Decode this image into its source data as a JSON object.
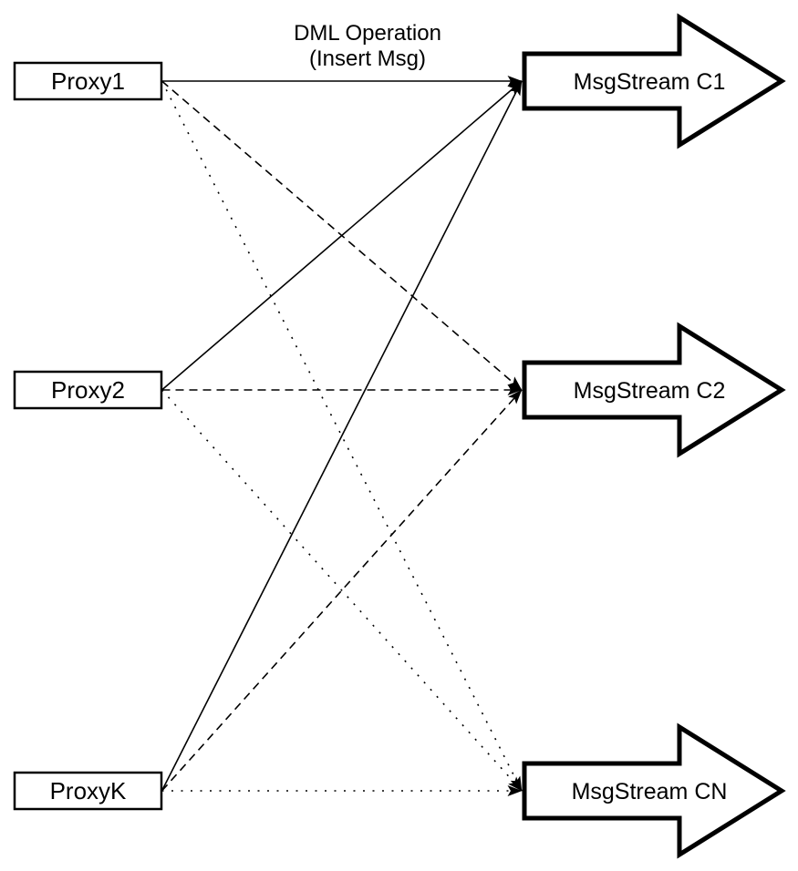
{
  "diagram": {
    "title": {
      "line1": "DML Operation",
      "line2": "(Insert Msg)"
    },
    "proxies": [
      {
        "id": "proxy1",
        "label": "Proxy1"
      },
      {
        "id": "proxy2",
        "label": "Proxy2"
      },
      {
        "id": "proxyk",
        "label": "ProxyK"
      }
    ],
    "streams": [
      {
        "id": "msgstream-c1",
        "label": "MsgStream C1"
      },
      {
        "id": "msgstream-c2",
        "label": "MsgStream C2"
      },
      {
        "id": "msgstream-cn",
        "label": "MsgStream CN"
      }
    ],
    "edges": [
      {
        "from": "Proxy1",
        "to": "MsgStream C1",
        "style": "solid"
      },
      {
        "from": "Proxy1",
        "to": "MsgStream C2",
        "style": "dashed"
      },
      {
        "from": "Proxy1",
        "to": "MsgStream CN",
        "style": "dotted"
      },
      {
        "from": "Proxy2",
        "to": "MsgStream C1",
        "style": "solid"
      },
      {
        "from": "Proxy2",
        "to": "MsgStream C2",
        "style": "dashed"
      },
      {
        "from": "Proxy2",
        "to": "MsgStream CN",
        "style": "dotted"
      },
      {
        "from": "ProxyK",
        "to": "MsgStream C1",
        "style": "solid"
      },
      {
        "from": "ProxyK",
        "to": "MsgStream C2",
        "style": "dashed"
      },
      {
        "from": "ProxyK",
        "to": "MsgStream CN",
        "style": "dotted"
      }
    ],
    "colors": {
      "stroke": "#000000",
      "fill": "#ffffff",
      "background": "#ffffff"
    }
  }
}
